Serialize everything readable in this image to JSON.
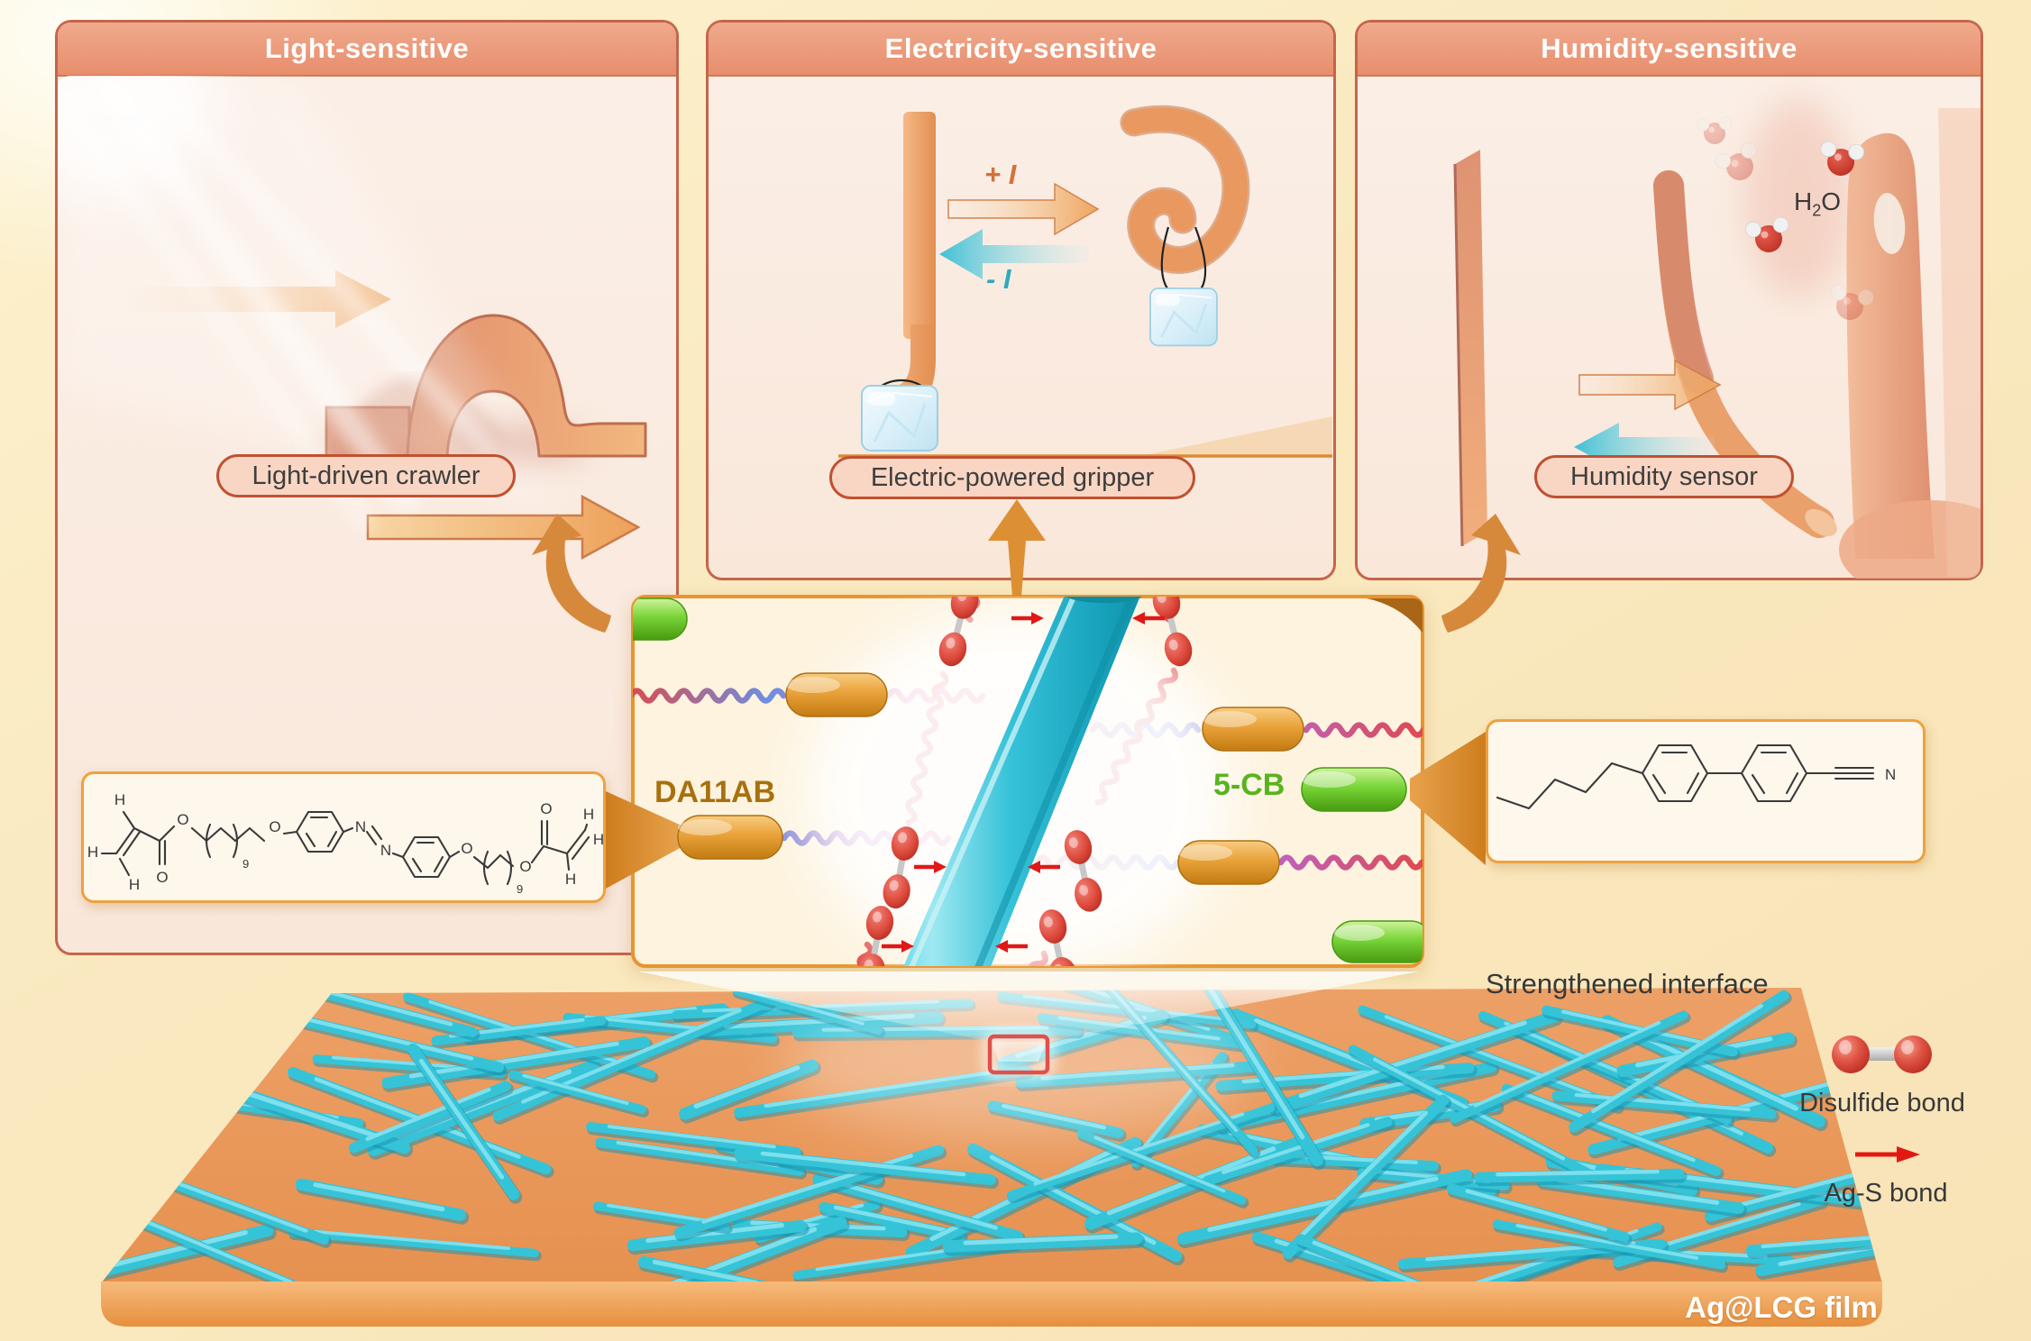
{
  "figure": {
    "kind": "graphical-abstract"
  },
  "panels": [
    {
      "title": "Light-sensitive",
      "caption": "Light-driven crawler"
    },
    {
      "title": "Electricity-sensitive",
      "caption": "Electric-powered gripper",
      "forward_current": "+ I",
      "reverse_current": "- I"
    },
    {
      "title": "Humidity-sensitive",
      "caption": "Humidity sensor",
      "h2o": {
        "h": "H",
        "sub": "2",
        "o": "O"
      }
    }
  ],
  "center_box": {
    "mesogen_label": "DA11AB",
    "liquid_crystal_label": "5-CB"
  },
  "legend": {
    "interface_label": "Strengthened interface",
    "disulfide_label": "Disulfide bond",
    "ag_s_label": "Ag-S bond"
  },
  "film": {
    "label": "Ag@LCG film"
  },
  "chem_left": {
    "atoms": {
      "h1": "H",
      "h2": "H",
      "h3": "H",
      "o_ester_l": "O",
      "o_carbonyl_l": "O",
      "rep_l": "9",
      "o_ether_l": "O",
      "n1": "N",
      "n2": "N",
      "o_ether_r": "O",
      "rep_r": "9",
      "o_ester_r": "O",
      "o_carbonyl_r": "O",
      "h4": "H",
      "h5": "H",
      "h6": "H"
    }
  },
  "chem_right": {
    "atoms": {
      "n": "N"
    }
  },
  "colors": {
    "panel_header": "#EA9577",
    "panel_border": "#C4664A",
    "pill_bg": "#F9D6C3",
    "pill_border": "#C05130",
    "box_border": "#E8952F",
    "nanowire": "#35C4D7",
    "capsule_orange": "#E2952F",
    "capsule_green": "#6CC832",
    "disulfide_red": "#D4433A",
    "arrow_orange": "#EFA75D",
    "arrow_teal": "#44C2D6",
    "film_orange": "#EC9C60",
    "da11ab_text": "#A8700F",
    "fcb_text": "#58B41E"
  }
}
